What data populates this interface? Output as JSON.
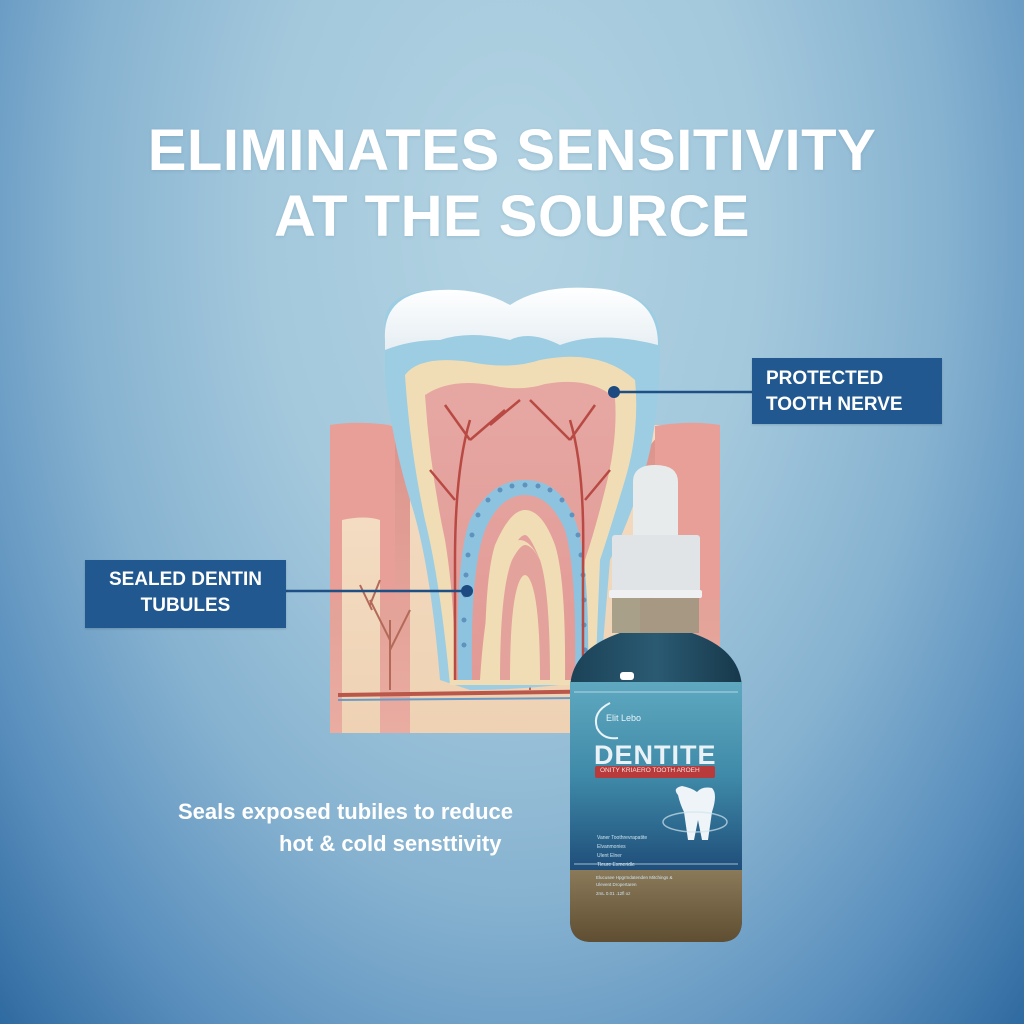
{
  "headline": {
    "line1": "ELIMINATES SENSITIVITY",
    "line2": "AT THE SOURCE"
  },
  "callouts": {
    "protected_nerve": {
      "line1": "PROTECTED",
      "line2": "TOOTH NERVE"
    },
    "sealed_tubules": {
      "line1": "SEALED DENTIN",
      "line2": "TUBULES"
    }
  },
  "subtext": {
    "line1": "Seals exposed tubiles to reduce",
    "line2": "hot & cold sensttivity"
  },
  "product": {
    "brand": "Elit Lebo",
    "name": "DENTITE",
    "tagline": "ONITY KRIAERO TOOTH AROEH",
    "bullets": [
      "Vaner Toothrevrapatite",
      "Elvanmonies",
      "Ulent Elner",
      "Tleure Exmeridle"
    ],
    "description": "Elucusee Hpgrmdatenden Mitchings & Ulevent Dropertaren",
    "volume": "2mL 0.01 .12fl oz"
  },
  "colors": {
    "callout_bg": "#21588f",
    "headline": "#ffffff",
    "background_top": "#a3c8dc",
    "background_bottom": "#2f6aa0",
    "brand_accent": "#b83a3a"
  }
}
